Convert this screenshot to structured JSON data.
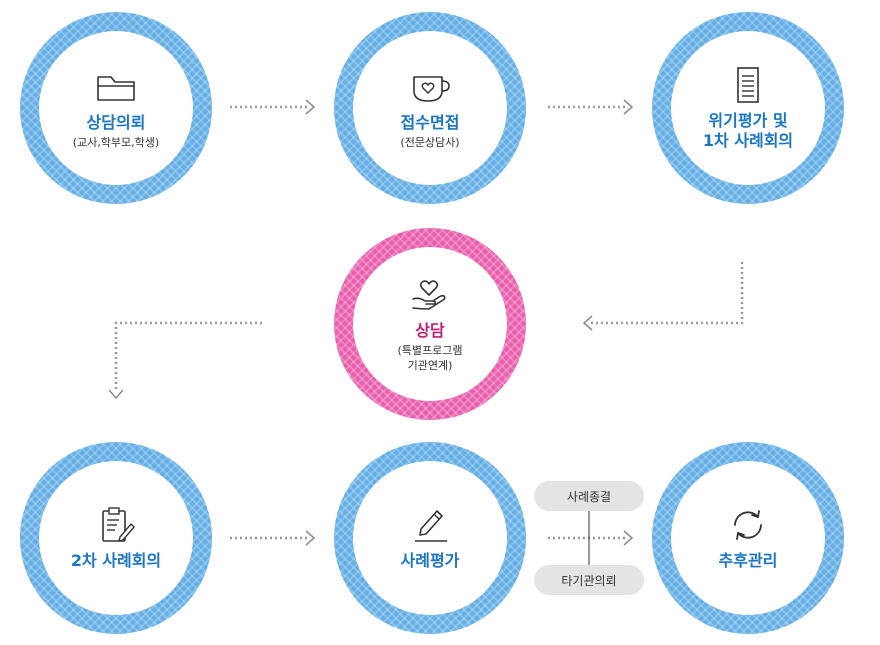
{
  "nodes": {
    "request": {
      "title": "상담의뢰",
      "sub": "(교사,학부모,학생)",
      "icon": "folder-icon"
    },
    "intake": {
      "title": "접수면접",
      "sub": "(전문상담사)",
      "icon": "cup-heart-icon"
    },
    "crisis": {
      "title_line1": "위기평가 및",
      "title_line2": "1차 사례회의",
      "icon": "document-icon"
    },
    "counsel": {
      "title": "상담",
      "sub_line1": "(특별프로그램",
      "sub_line2": "기관연계)",
      "icon": "hand-heart-icon"
    },
    "case2": {
      "title": "2차 사례회의",
      "icon": "clipboard-icon"
    },
    "evaluation": {
      "title": "사례평가",
      "icon": "pen-icon"
    },
    "followup": {
      "title": "추후관리",
      "icon": "refresh-icon"
    }
  },
  "branches": {
    "top": "사례종결",
    "bottom": "타기관의뢰"
  },
  "colors": {
    "ring_blue": "#63aee6",
    "ring_pink": "#e95fae",
    "title_blue": "#1b76c4",
    "title_pink": "#c41e7c",
    "connector": "#9a9a9a"
  }
}
